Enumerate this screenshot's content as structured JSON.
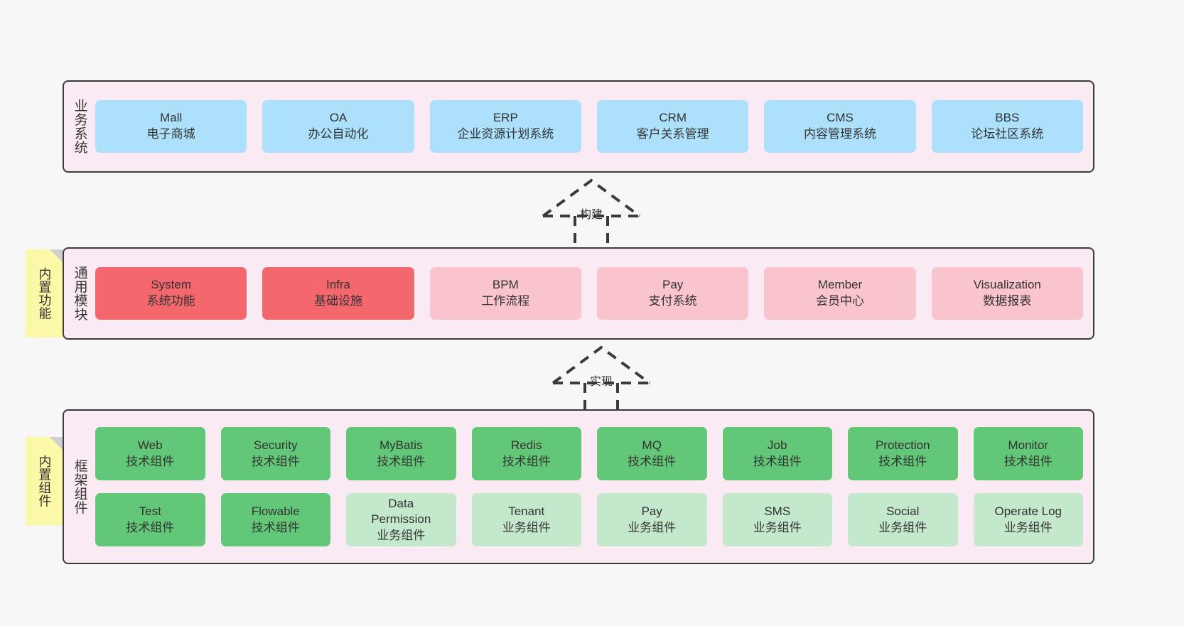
{
  "theme": {
    "page_background": "#f7f7f7",
    "panel_background": "#f9eaf4",
    "panel_border": "#3b3b3b",
    "note_background": "#fbf8a8",
    "note_fold": "#cfcfcf",
    "text_color": "#333333",
    "card_blue": "#ace0fb",
    "card_red": "#f4676d",
    "card_pink": "#fac4cd",
    "card_green": "#62c878",
    "card_lightgreen": "#c3e8cb",
    "connector_color": "#3b3b3b"
  },
  "layers": {
    "business": {
      "title": "业务系统",
      "cards": [
        {
          "name": "Mall",
          "desc": "电子商城",
          "color": "blue"
        },
        {
          "name": "OA",
          "desc": "办公自动化",
          "color": "blue"
        },
        {
          "name": "ERP",
          "desc": "企业资源计划系统",
          "color": "blue"
        },
        {
          "name": "CRM",
          "desc": "客户关系管理",
          "color": "blue"
        },
        {
          "name": "CMS",
          "desc": "内容管理系统",
          "color": "blue"
        },
        {
          "name": "BBS",
          "desc": "论坛社区系统",
          "color": "blue"
        }
      ]
    },
    "common": {
      "title": "通用模块",
      "note": "内置功能",
      "cards": [
        {
          "name": "System",
          "desc": "系统功能",
          "color": "red"
        },
        {
          "name": "Infra",
          "desc": "基础设施",
          "color": "red"
        },
        {
          "name": "BPM",
          "desc": "工作流程",
          "color": "pink"
        },
        {
          "name": "Pay",
          "desc": "支付系统",
          "color": "pink"
        },
        {
          "name": "Member",
          "desc": "会员中心",
          "color": "pink"
        },
        {
          "name": "Visualization",
          "desc": "数据报表",
          "color": "pink"
        }
      ]
    },
    "framework": {
      "title": "框架组件",
      "note": "内置组件",
      "row1": [
        {
          "name": "Web",
          "desc": "技术组件",
          "color": "green"
        },
        {
          "name": "Security",
          "desc": "技术组件",
          "color": "green"
        },
        {
          "name": "MyBatis",
          "desc": "技术组件",
          "color": "green"
        },
        {
          "name": "Redis",
          "desc": "技术组件",
          "color": "green"
        },
        {
          "name": "MQ",
          "desc": "技术组件",
          "color": "green"
        },
        {
          "name": "Job",
          "desc": "技术组件",
          "color": "green"
        },
        {
          "name": "Protection",
          "desc": "技术组件",
          "color": "green"
        },
        {
          "name": "Monitor",
          "desc": "技术组件",
          "color": "green"
        }
      ],
      "row2": [
        {
          "name": "Test",
          "desc": "技术组件",
          "color": "green"
        },
        {
          "name": "Flowable",
          "desc": "技术组件",
          "color": "green"
        },
        {
          "name": "Data",
          "name2": "Permission",
          "desc": "业务组件",
          "color": "lightgreen"
        },
        {
          "name": "Tenant",
          "desc": "业务组件",
          "color": "lightgreen"
        },
        {
          "name": "Pay",
          "desc": "业务组件",
          "color": "lightgreen"
        },
        {
          "name": "SMS",
          "desc": "业务组件",
          "color": "lightgreen"
        },
        {
          "name": "Social",
          "desc": "业务组件",
          "color": "lightgreen"
        },
        {
          "name": "Operate Log",
          "desc": "业务组件",
          "color": "lightgreen"
        }
      ]
    }
  },
  "connectors": {
    "build": {
      "label": "构建"
    },
    "implement": {
      "label": "实现"
    }
  }
}
